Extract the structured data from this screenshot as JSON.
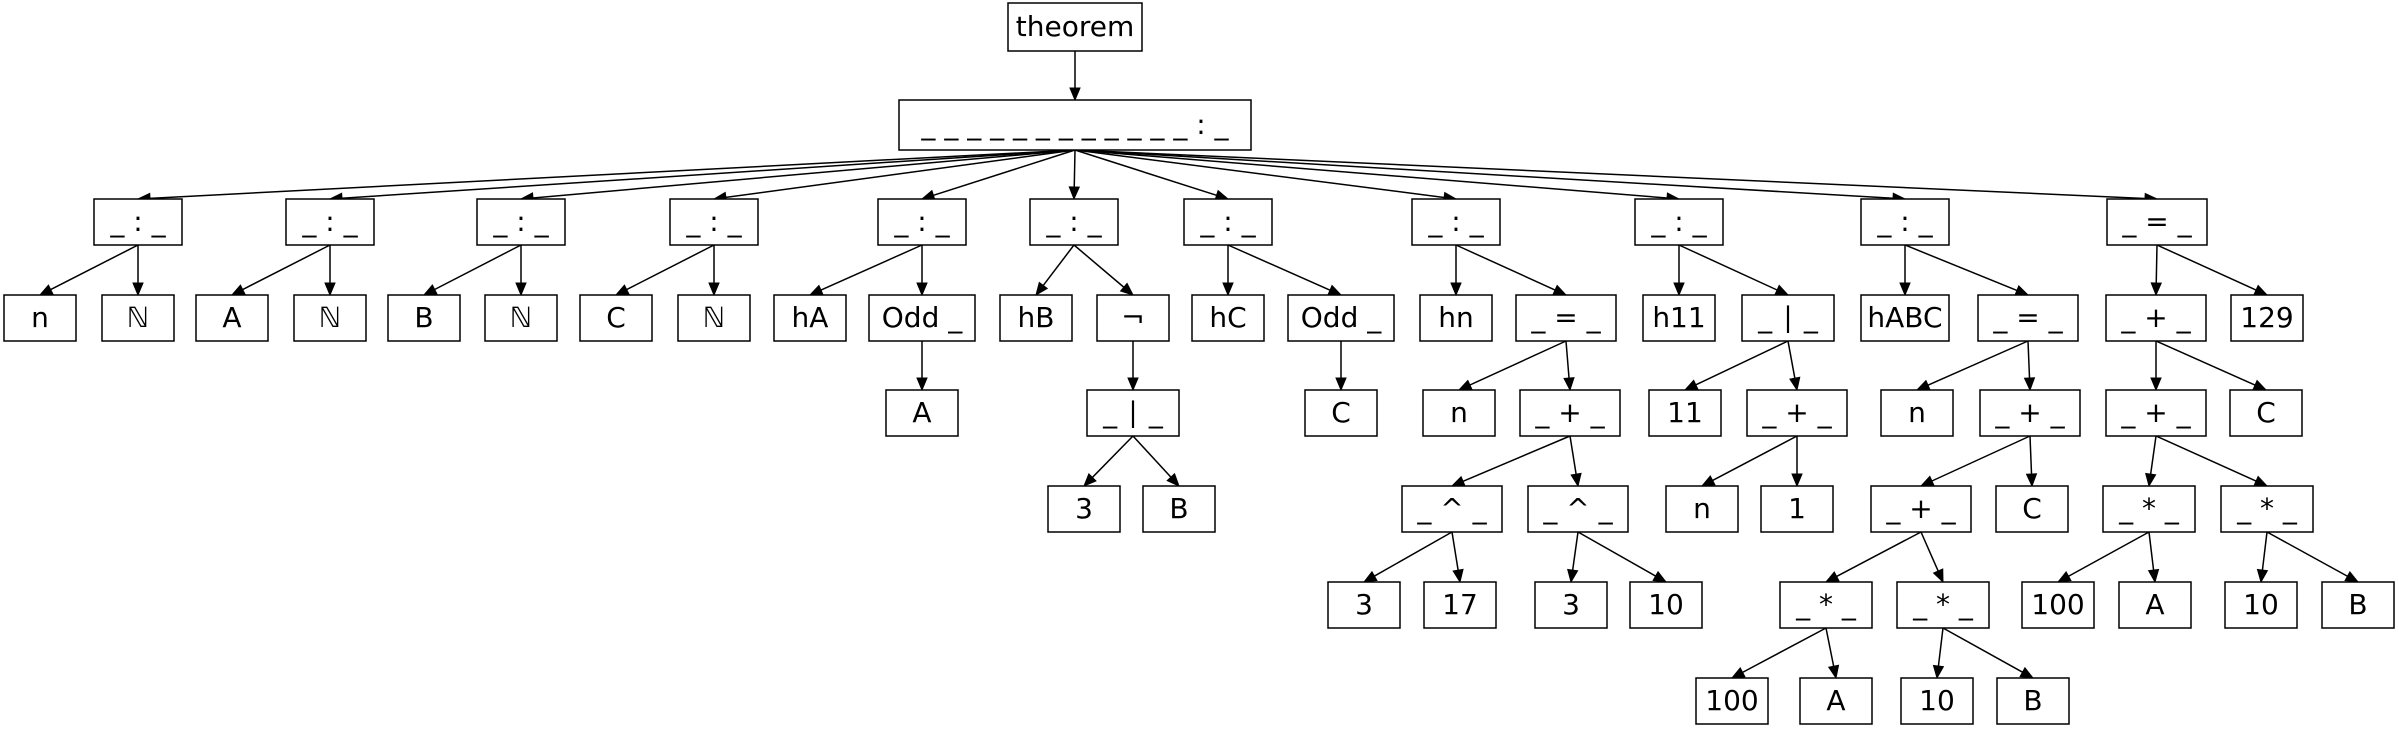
{
  "nodes": {
    "root": "theorem",
    "binder": "_ _ _ _ _ _ _ _ _ _ _ _ : _",
    "c1": "_ : _",
    "n1": "n",
    "N1": "ℕ",
    "c2": "_ : _",
    "A1": "A",
    "N2": "ℕ",
    "c3": "_ : _",
    "B1": "B",
    "N3": "ℕ",
    "c4": "_ : _",
    "C1": "C",
    "N4": "ℕ",
    "c5": "_ : _",
    "hA": "hA",
    "oddA": "Odd _",
    "A2": "A",
    "c6": "_ : _",
    "hB": "hB",
    "neg": "¬",
    "dvd1": "_ ∣ _",
    "three1": "3",
    "B2": "B",
    "c7": "_ : _",
    "hC": "hC",
    "oddC": "Odd _",
    "C2": "C",
    "c8": "_ : _",
    "hn": "hn",
    "eq1": "_ = _",
    "n2": "n",
    "plus1": "_ + _",
    "pow1": "_ ^ _",
    "pow2": "_ ^ _",
    "three2": "3",
    "seventeen": "17",
    "three3": "3",
    "ten1": "10",
    "c9": "_ : _",
    "h11": "h11",
    "dvd2": "_ ∣ _",
    "eleven": "11",
    "plus2": "_ + _",
    "n3": "n",
    "one": "1",
    "c10": "_ : _",
    "hABC": "hABC",
    "eq2": "_ = _",
    "n4": "n",
    "plus3": "_ + _",
    "plus4": "_ + _",
    "C3": "C",
    "mul1": "_ * _",
    "mul2": "_ * _",
    "hundred1": "100",
    "A3": "A",
    "ten2": "10",
    "B3": "B",
    "eq3": "_ = _",
    "plus5": "_ + _",
    "n129": "129",
    "plus6": "_ + _",
    "C4": "C",
    "mul3": "_ * _",
    "mul4": "_ * _",
    "hundred2": "100",
    "A4": "A",
    "ten3": "10",
    "B4": "B"
  },
  "edges": [
    [
      "root",
      "binder"
    ],
    [
      "binder",
      "c1"
    ],
    [
      "binder",
      "c2"
    ],
    [
      "binder",
      "c3"
    ],
    [
      "binder",
      "c4"
    ],
    [
      "binder",
      "c5"
    ],
    [
      "binder",
      "c6"
    ],
    [
      "binder",
      "c7"
    ],
    [
      "binder",
      "c8"
    ],
    [
      "binder",
      "c9"
    ],
    [
      "binder",
      "c10"
    ],
    [
      "binder",
      "eq3"
    ],
    [
      "c1",
      "n1"
    ],
    [
      "c1",
      "N1"
    ],
    [
      "c2",
      "A1"
    ],
    [
      "c2",
      "N2"
    ],
    [
      "c3",
      "B1"
    ],
    [
      "c3",
      "N3"
    ],
    [
      "c4",
      "C1"
    ],
    [
      "c4",
      "N4"
    ],
    [
      "c5",
      "hA"
    ],
    [
      "c5",
      "oddA"
    ],
    [
      "oddA",
      "A2"
    ],
    [
      "c6",
      "hB"
    ],
    [
      "c6",
      "neg"
    ],
    [
      "neg",
      "dvd1"
    ],
    [
      "dvd1",
      "three1"
    ],
    [
      "dvd1",
      "B2"
    ],
    [
      "c7",
      "hC"
    ],
    [
      "c7",
      "oddC"
    ],
    [
      "oddC",
      "C2"
    ],
    [
      "c8",
      "hn"
    ],
    [
      "c8",
      "eq1"
    ],
    [
      "eq1",
      "n2"
    ],
    [
      "eq1",
      "plus1"
    ],
    [
      "plus1",
      "pow1"
    ],
    [
      "plus1",
      "pow2"
    ],
    [
      "pow1",
      "three2"
    ],
    [
      "pow1",
      "seventeen"
    ],
    [
      "pow2",
      "three3"
    ],
    [
      "pow2",
      "ten1"
    ],
    [
      "c9",
      "h11"
    ],
    [
      "c9",
      "dvd2"
    ],
    [
      "dvd2",
      "eleven"
    ],
    [
      "dvd2",
      "plus2"
    ],
    [
      "plus2",
      "n3"
    ],
    [
      "plus2",
      "one"
    ],
    [
      "c10",
      "hABC"
    ],
    [
      "c10",
      "eq2"
    ],
    [
      "eq2",
      "n4"
    ],
    [
      "eq2",
      "plus3"
    ],
    [
      "plus3",
      "plus4"
    ],
    [
      "plus3",
      "C3"
    ],
    [
      "plus4",
      "mul1"
    ],
    [
      "plus4",
      "mul2"
    ],
    [
      "mul1",
      "hundred1"
    ],
    [
      "mul1",
      "A3"
    ],
    [
      "mul2",
      "ten2"
    ],
    [
      "mul2",
      "B3"
    ],
    [
      "eq3",
      "plus5"
    ],
    [
      "eq3",
      "n129"
    ],
    [
      "plus5",
      "plus6"
    ],
    [
      "plus5",
      "C4"
    ],
    [
      "plus6",
      "mul3"
    ],
    [
      "plus6",
      "mul4"
    ],
    [
      "mul3",
      "hundred2"
    ],
    [
      "mul3",
      "A4"
    ],
    [
      "mul4",
      "ten3"
    ],
    [
      "mul4",
      "B4"
    ]
  ]
}
